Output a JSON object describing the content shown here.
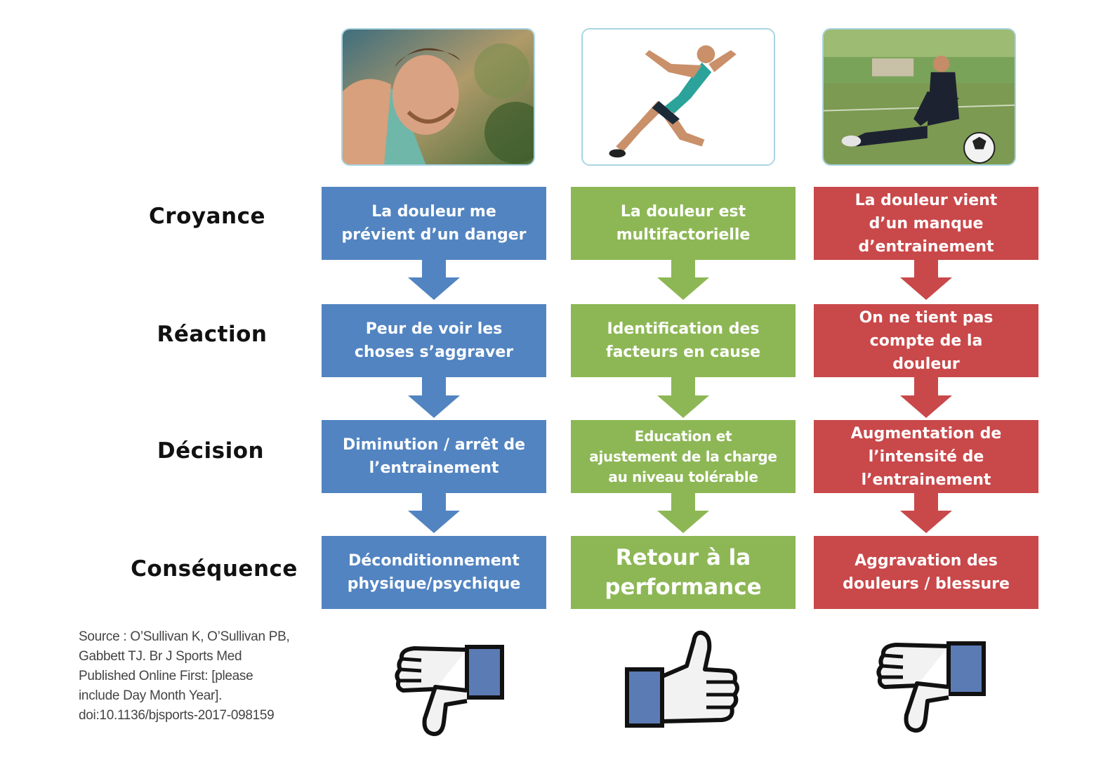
{
  "rows": {
    "r1": "Croyance",
    "r2": "Réaction",
    "r3": "Décision",
    "r4": "Conséquence"
  },
  "colors": {
    "blue": "#5284c1",
    "green": "#8db755",
    "red": "#c9484a"
  },
  "columns": [
    {
      "photo_icon": "tired-athlete-photo",
      "boxes": [
        "La douleur me\nprévient d’un danger",
        "Peur de voir les\nchoses s’aggraver",
        "Diminution / arrêt de\nl’entrainement",
        "Déconditionnement\nphysique/psychique"
      ],
      "thumb_icon": "thumbs-down-icon"
    },
    {
      "photo_icon": "sprinter-photo",
      "boxes": [
        "La douleur est\nmultifactorielle",
        "Identification des\nfacteurs en cause",
        "Education et\najustement de la charge\nau niveau tolérable",
        "Retour à la\nperformance"
      ],
      "thumb_icon": "thumbs-up-icon"
    },
    {
      "photo_icon": "injured-football-player-photo",
      "boxes": [
        "La douleur vient\nd’un manque\nd’entrainement",
        "On ne tient pas\ncompte de la\ndouleur",
        "Augmentation de\nl’intensité de\nl’entrainement",
        "Aggravation des\ndouleurs / blessure"
      ],
      "thumb_icon": "thumbs-down-icon"
    }
  ],
  "source": "Source : O’Sullivan K, O’Sullivan PB,\nGabbett TJ. Br J Sports Med\nPublished Online First: [please\ninclude Day Month Year].\ndoi:10.1136/bjsports-2017-098159"
}
